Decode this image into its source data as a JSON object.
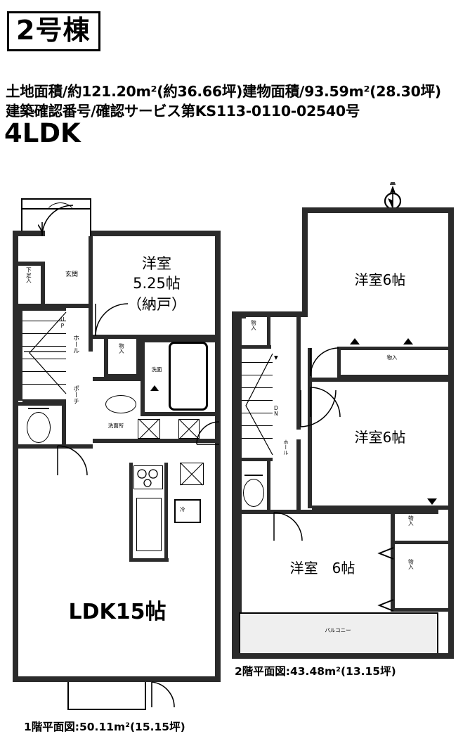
{
  "header": {
    "building_badge": "2号棟",
    "spec_line_1": "土地面積/約121.20m²(約36.66坪)建物面積/93.59m²(28.30坪)",
    "spec_line_2": "建築確認番号/確認サービス第KS113-0110-02540号",
    "layout_type": "4LDK"
  },
  "north_icon": "north-arrow-icon",
  "floor1": {
    "caption": "1階平面図:50.11m²(15.15坪)",
    "rooms": [
      {
        "name": "washitsu-nando",
        "label_line1": "洋室",
        "label_line2": "5.25帖",
        "label_line3": "（納戸）"
      },
      {
        "name": "ldk",
        "label": "LDK15帖"
      }
    ],
    "labels": {
      "genkan": "玄関",
      "geta_bako": "下足入",
      "hall": "ホール",
      "porch": "ポーチ",
      "mono_ire": "物入",
      "senmen": "洗面",
      "senmenjo": "洗面所",
      "toilet_icon": "toilet-icon",
      "bath_icon": "bathtub-icon",
      "sink_icon": "kitchen-sink-icon",
      "stove_icon": "stove-burner-icon",
      "stairs_icon": "staircase-icon"
    }
  },
  "floor2": {
    "caption": "2階平面図:43.48m²(13.15坪)",
    "rooms": [
      {
        "name": "bedroom-north",
        "label": "洋室6帖"
      },
      {
        "name": "bedroom-middle",
        "label": "洋室6帖"
      },
      {
        "name": "bedroom-south",
        "label": "洋室　6帖"
      }
    ],
    "labels": {
      "mono_ire_1": "物入",
      "mono_ire_2": "物入",
      "mono_ire_3": "物入",
      "mono_ire_4": "物入",
      "balcony": "バルコニー",
      "hall": "ホール",
      "toilet_icon": "toilet-icon",
      "stairs_icon": "staircase-icon"
    }
  }
}
